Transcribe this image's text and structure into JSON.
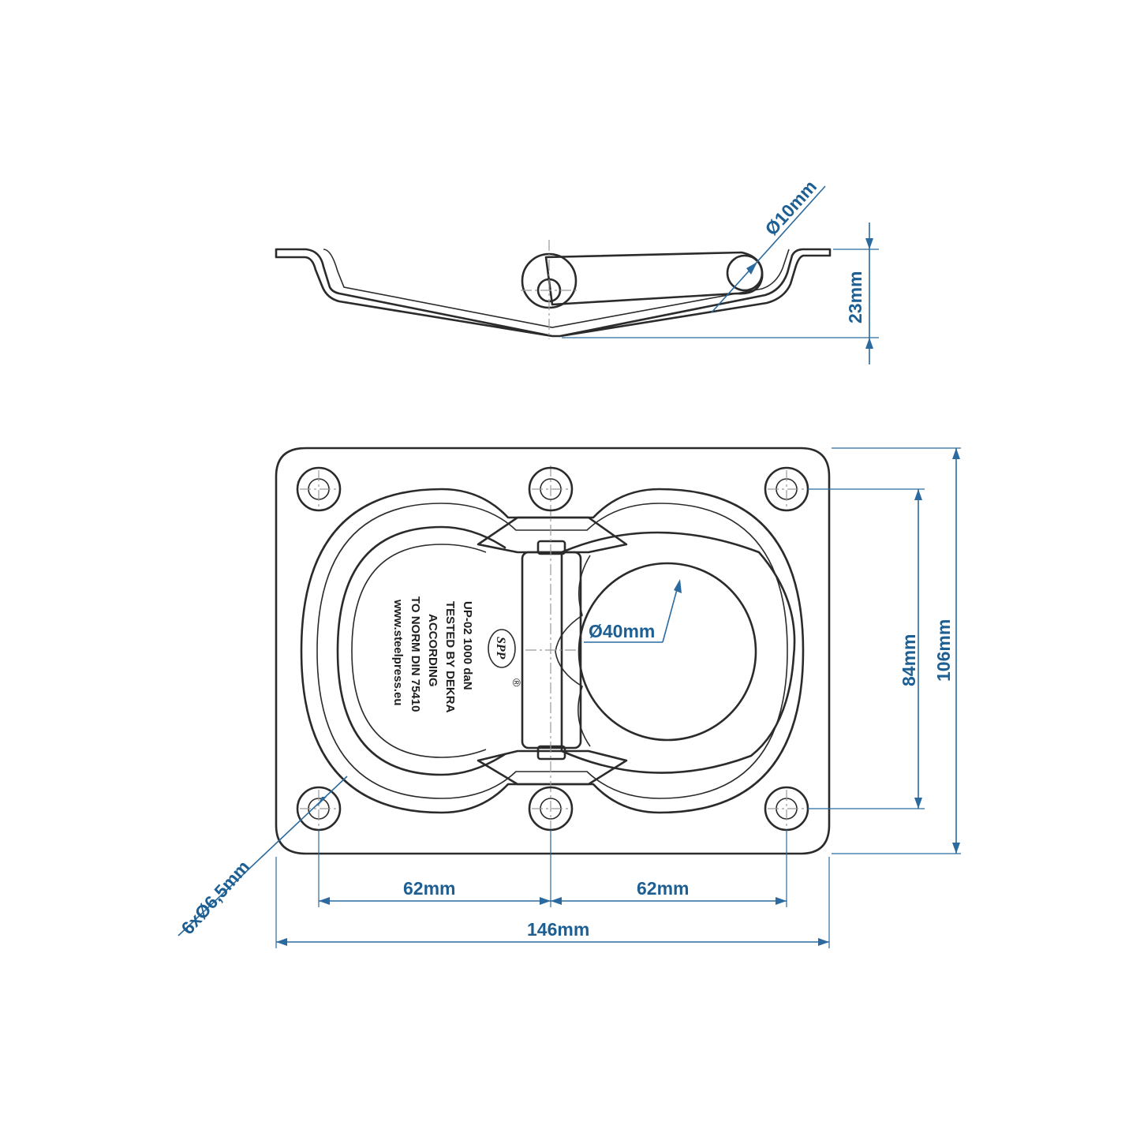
{
  "dimensions": {
    "pin_diameter": "Ø10mm",
    "side_height": "23mm",
    "ring_diameter": "Ø40mm",
    "inner_height": "84mm",
    "outer_height": "106mm",
    "hole_spacing_left": "62mm",
    "hole_spacing_right": "62mm",
    "overall_width": "146mm",
    "mount_holes": "6xØ6,5mm"
  },
  "engraving": {
    "line1": "UP-02 1000 daN",
    "line2": "TESTED BY DEKRA",
    "line3": "ACCORDING",
    "line4": "TO NORM DIN 75410",
    "line5": "www.steelpress.eu",
    "logo": "SPP",
    "registered_mark": "®"
  },
  "colors": {
    "outline": "#2b2b2b",
    "dimension": "#2a6a9e"
  }
}
